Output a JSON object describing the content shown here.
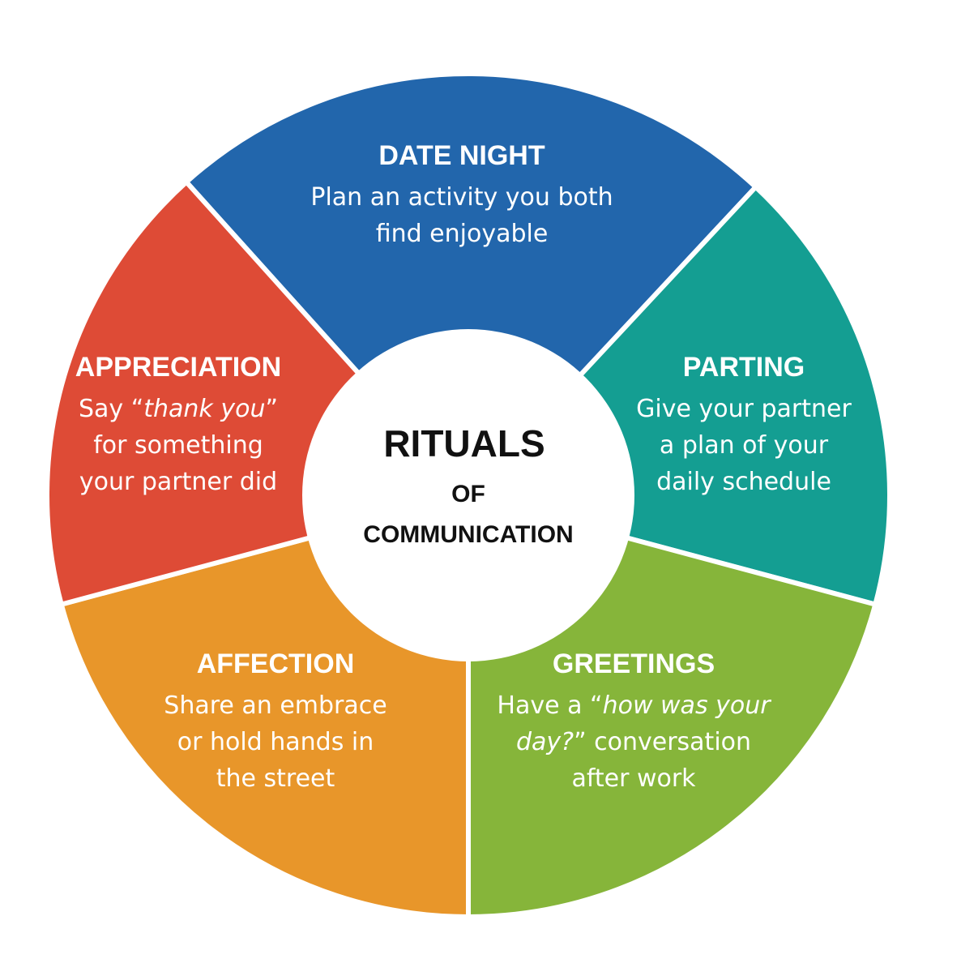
{
  "center": {
    "title": "RITUALS",
    "line2": "OF",
    "line3": "COMMUNICATION"
  },
  "segments": [
    {
      "id": "date-night",
      "color": "#2266ac",
      "title": "DATE NIGHT",
      "lines": [
        [
          {
            "text": "Plan an activity you both",
            "em": false
          }
        ],
        [
          {
            "text": "find enjoyable",
            "em": false
          }
        ]
      ]
    },
    {
      "id": "parting",
      "color": "#149e92",
      "title": "PARTING",
      "lines": [
        [
          {
            "text": "Give your partner",
            "em": false
          }
        ],
        [
          {
            "text": "a plan of your",
            "em": false
          }
        ],
        [
          {
            "text": "daily schedule",
            "em": false
          }
        ]
      ]
    },
    {
      "id": "greetings",
      "color": "#86b53a",
      "title": "GREETINGS",
      "lines": [
        [
          {
            "text": "Have a “",
            "em": false
          },
          {
            "text": "how was your",
            "em": true
          }
        ],
        [
          {
            "text": "day?",
            "em": true
          },
          {
            "text": "” conversation",
            "em": false
          }
        ],
        [
          {
            "text": "after work",
            "em": false
          }
        ]
      ]
    },
    {
      "id": "affection",
      "color": "#e8962a",
      "title": "AFFECTION",
      "lines": [
        [
          {
            "text": "Share an embrace",
            "em": false
          }
        ],
        [
          {
            "text": "or hold hands in",
            "em": false
          }
        ],
        [
          {
            "text": "the street",
            "em": false
          }
        ]
      ]
    },
    {
      "id": "appreciation",
      "color": "#de4b36",
      "title": "APPRECIATION",
      "lines": [
        [
          {
            "text": "Say “",
            "em": false
          },
          {
            "text": "thank you",
            "em": true
          },
          {
            "text": "”",
            "em": false
          }
        ],
        [
          {
            "text": "for something",
            "em": false
          }
        ],
        [
          {
            "text": "your partner did",
            "em": false
          }
        ]
      ]
    }
  ]
}
